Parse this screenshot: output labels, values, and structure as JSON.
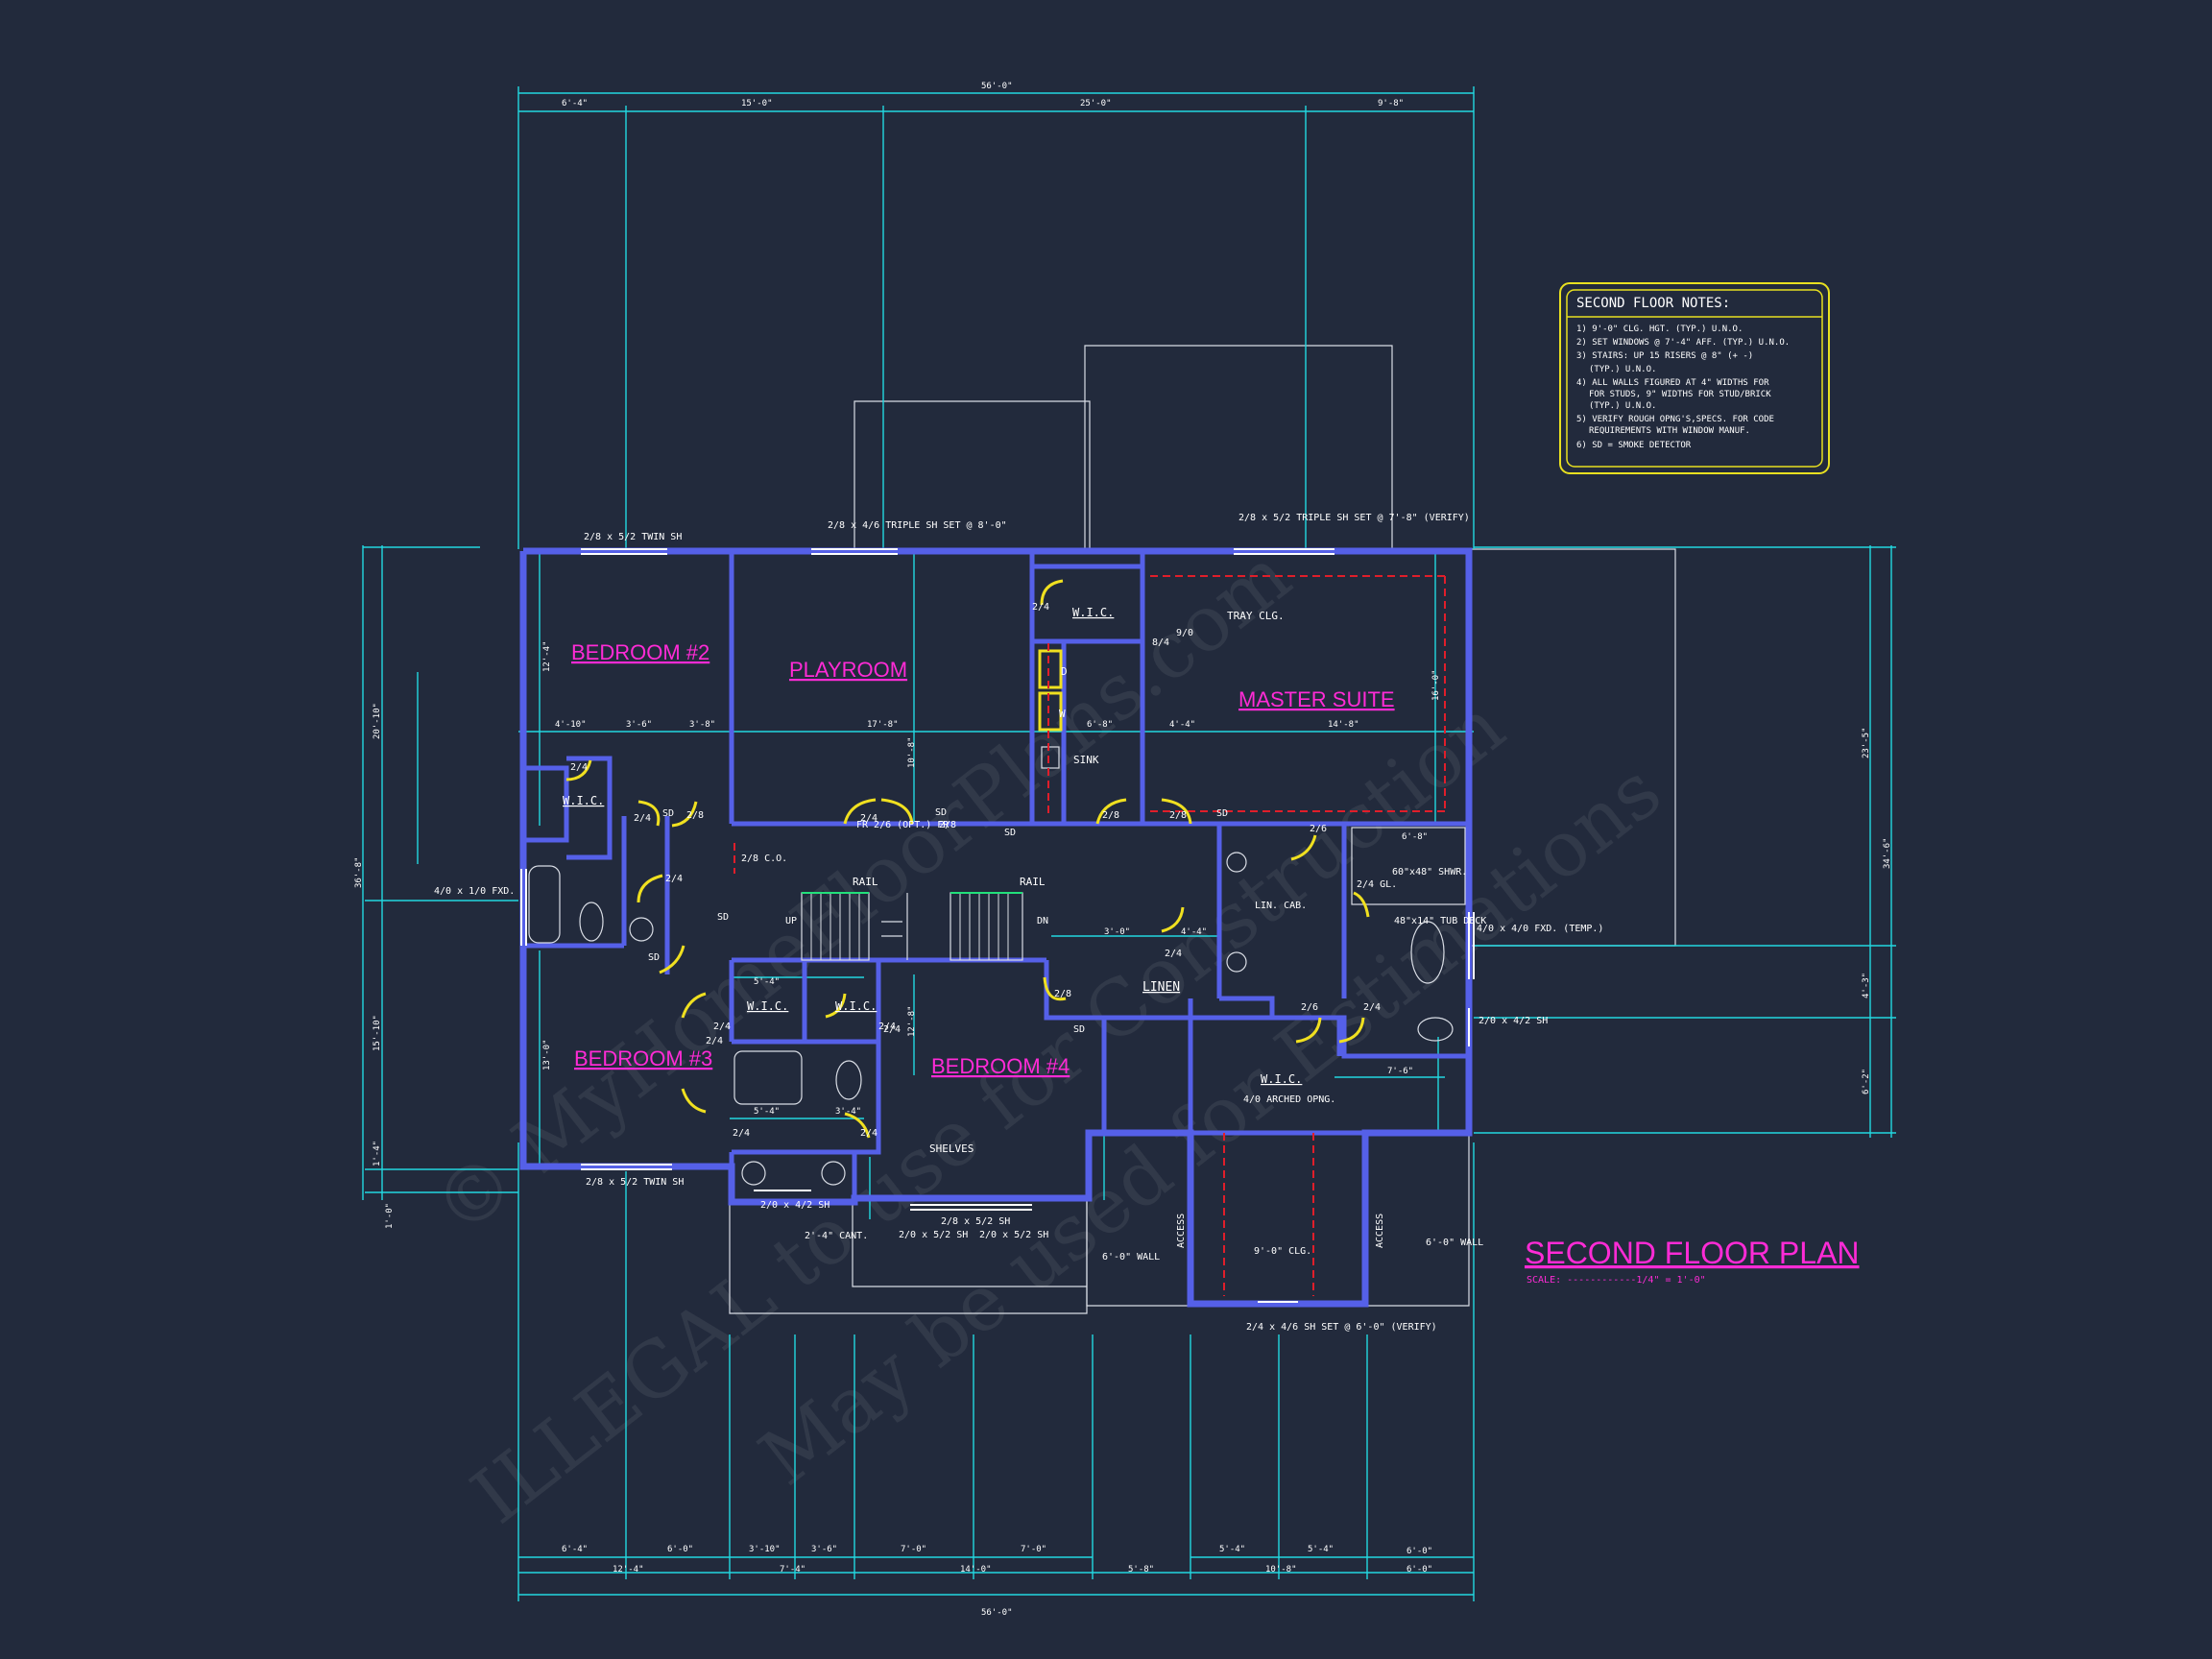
{
  "rooms": {
    "bedroom2": "BEDROOM #2",
    "playroom": "PLAYROOM",
    "master_suite": "MASTER SUITE",
    "bedroom3": "BEDROOM #3",
    "bedroom4": "BEDROOM #4"
  },
  "labels": {
    "wic": "W.I.C.",
    "linen": "LINEN",
    "sink": "SINK",
    "dryer": "D",
    "washer": "W",
    "rail": "RAIL",
    "up": "UP",
    "dn": "DN",
    "sd": "SD",
    "tray_clg": "TRAY CLG.",
    "lin_cab": "LIN. CAB.",
    "shelves": "SHELVES",
    "access": "ACCESS",
    "wall_6": "6'-0\" WALL",
    "clg_9": "9'-0\" CLG.",
    "arched": "4/0 ARCHED OPNG.",
    "shwr": "60\"x48\" SHWR.",
    "tub": "48\"x14\" TUB DECK",
    "co": "2/8 C.O.",
    "fr": "FR 2/6 (OPT.) FR",
    "cant": "2'-4\" CANT.",
    "gl": "2/4 GL."
  },
  "windows": {
    "w_top_left": "2/8 x 5/2 TWIN SH",
    "w_top_mid": "2/8 x 4/6 TRIPLE SH SET @ 8'-0\"",
    "w_top_right": "2/8 x 5/2 TRIPLE SH SET @ 7'-8\" (VERIFY)",
    "w_left": "4/0 x 1/0 FXD.",
    "w_bot_left": "2/8 x 5/2 TWIN SH",
    "w_bot_2": "2/0 x 4/2 SH",
    "w_bot_3": "2/8 x 5/2 SH",
    "w_bot_4": "2/0 x 5/2 SH",
    "w_bot_5": "2/0 x 5/2 SH",
    "w_right_1": "4/0 x 4/0 FXD. (TEMP.)",
    "w_right_2": "2/0 x 4/2 SH",
    "w_bay": "2/4 x 4/6 SH SET @ 6'-0\" (VERIFY)"
  },
  "notes": {
    "title": "SECOND FLOOR NOTES:",
    "items": [
      "1) 9'-0\" CLG. HGT. (TYP.) U.N.O.",
      "2) SET WINDOWS @ 7'-4\" AFF. (TYP.) U.N.O.",
      "3) STAIRS: UP 15 RISERS @ 8\" (+ -)",
      "(TYP.) U.N.O.",
      "4) ALL WALLS FIGURED AT 4\" WIDTHS FOR",
      "FOR STUDS, 9\" WIDTHS FOR STUD/BRICK",
      "(TYP.) U.N.O.",
      "5) VERIFY ROUGH OPNG'S,SPECS. FOR CODE",
      "REQUIREMENTS WITH WINDOW MANUF.",
      "6) SD = SMOKE DETECTOR"
    ]
  },
  "plan_title": "SECOND FLOOR PLAN",
  "scale": "SCALE: ------------1/4\" = 1'-0\"",
  "dims": {
    "top_overall": "56'-0\"",
    "top_segments": [
      "6'-4\"",
      "15'-0\"",
      "25'-0\"",
      "9'-8\""
    ],
    "bottom_overall": "56'-0\"",
    "bottom_row1": [
      "6'-4\"",
      "6'-0\"",
      "3'-10\"",
      "3'-6\"",
      "7'-0\"",
      "7'-0\"",
      "5'-4\"",
      "5'-4\"",
      "6'-0\""
    ],
    "bottom_row2": [
      "12'-4\"",
      "7'-4\"",
      "14'-0\"",
      "5'-8\"",
      "10'-8\"",
      "6'-0\""
    ],
    "left_overall": "36'-8\"",
    "left_segments": [
      "20'-10\"",
      "15'-10\"",
      "1'-4\"",
      "1'-0\""
    ],
    "right_overall": "34'-6\"",
    "right_segments": [
      "23'-5\"",
      "4'-3\"",
      "6'-2\""
    ],
    "interior": [
      "4'-10\"",
      "3'-6\"",
      "3'-8\"",
      "17'-8\"",
      "6'-8\"",
      "4'-4\"",
      "14'-8\"",
      "12'-4\"",
      "10'-8\"",
      "16'-0\"",
      "5'-4\"",
      "5'-4\"",
      "3'-4\"",
      "7'-6\"",
      "4'-4\"",
      "3'-0\"",
      "13'-0\"",
      "12'-8\"",
      "6'-8\""
    ]
  },
  "door_tags": [
    "2/4",
    "2/4",
    "2/8",
    "2/4",
    "2/8",
    "2/8",
    "2/8",
    "2/6",
    "2/4",
    "2/4",
    "2/4",
    "2/4",
    "2/6",
    "2/4",
    "2/8",
    "2/4",
    "2/4",
    "2/4",
    "2/4",
    "2/4",
    "8/4",
    "9/0"
  ],
  "watermark": {
    "line1": "© MyHomeFloorPlans.com",
    "line2": "ILLEGAL to use for Construction",
    "line3": "May be used for Estimations"
  },
  "colors": {
    "background": "#222a3c",
    "dimension": "#22d8e0",
    "wall": "#5560e8",
    "room_label": "#ff2bd6",
    "door": "#f0e020",
    "notes_border": "#e8e020",
    "tray": "#e01e2a"
  }
}
